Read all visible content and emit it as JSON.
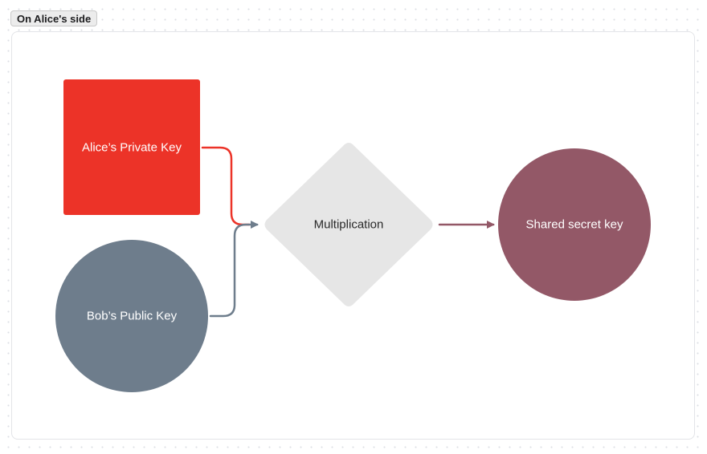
{
  "frame": {
    "label": "On Alice's side"
  },
  "nodes": {
    "alice_private_key": {
      "label": "Alice’s Private Key",
      "shape": "rounded-square",
      "color": "#ec3328",
      "text_color": "#ffffff"
    },
    "bob_public_key": {
      "label": "Bob’s Public Key",
      "shape": "circle",
      "color": "#6e7d8c",
      "text_color": "#ffffff"
    },
    "multiplication": {
      "label": "Multiplication",
      "shape": "diamond",
      "color": "#e6e6e6",
      "text_color": "#2a2a2a"
    },
    "shared_secret_key": {
      "label": "Shared secret key",
      "shape": "circle",
      "color": "#935867",
      "text_color": "#ffffff"
    }
  },
  "edges": [
    {
      "from": "alice_private_key",
      "to": "multiplication",
      "color": "#ec3328"
    },
    {
      "from": "bob_public_key",
      "to": "multiplication",
      "color": "#6e7d8c"
    },
    {
      "from": "multiplication",
      "to": "shared_secret_key",
      "color": "#935867"
    }
  ]
}
